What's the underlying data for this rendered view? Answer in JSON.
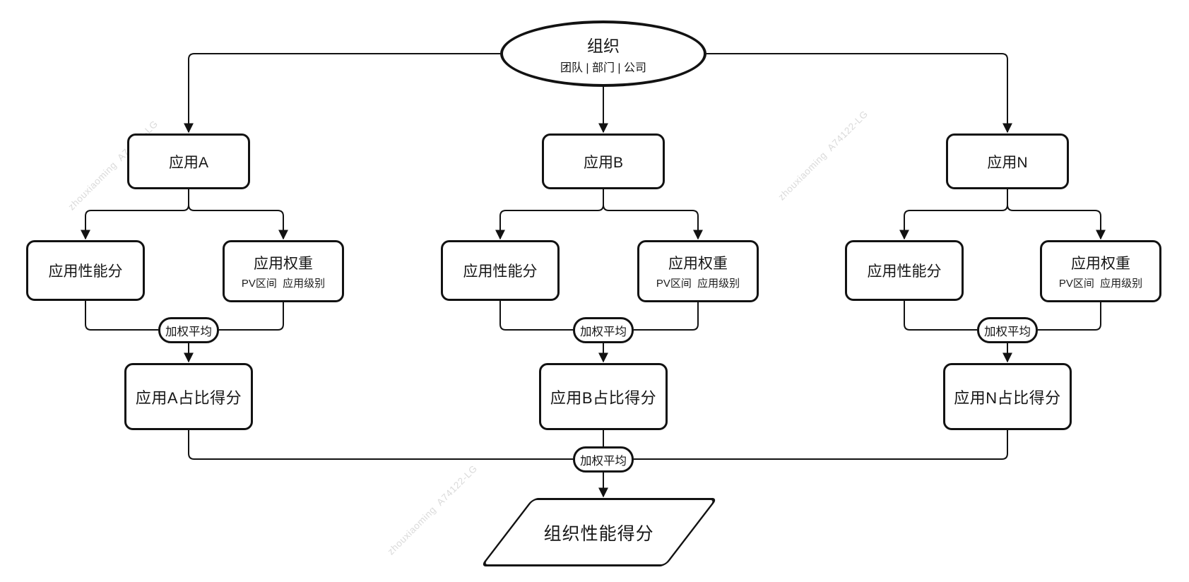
{
  "root": {
    "label": "组织",
    "sublabel": "团队 | 部门 | 公司"
  },
  "branches": [
    {
      "app": "应用A",
      "perf": "应用性能分",
      "weight": "应用权重",
      "weight_sub": "PV区间  应用级别",
      "agg": "加权平均",
      "score": "应用A占比得分"
    },
    {
      "app": "应用B",
      "perf": "应用性能分",
      "weight": "应用权重",
      "weight_sub": "PV区间  应用级别",
      "agg": "加权平均",
      "score": "应用B占比得分"
    },
    {
      "app": "应用N",
      "perf": "应用性能分",
      "weight": "应用权重",
      "weight_sub": "PV区间  应用级别",
      "agg": "加权平均",
      "score": "应用N占比得分"
    }
  ],
  "final": {
    "agg": "加权平均",
    "result": "组织性能得分"
  },
  "watermark": "zhouxiaoming  A74122-LG",
  "colors": {
    "stroke": "#121212",
    "fill": "#ffffff",
    "text": "#161616",
    "watermark": "#dadada"
  }
}
